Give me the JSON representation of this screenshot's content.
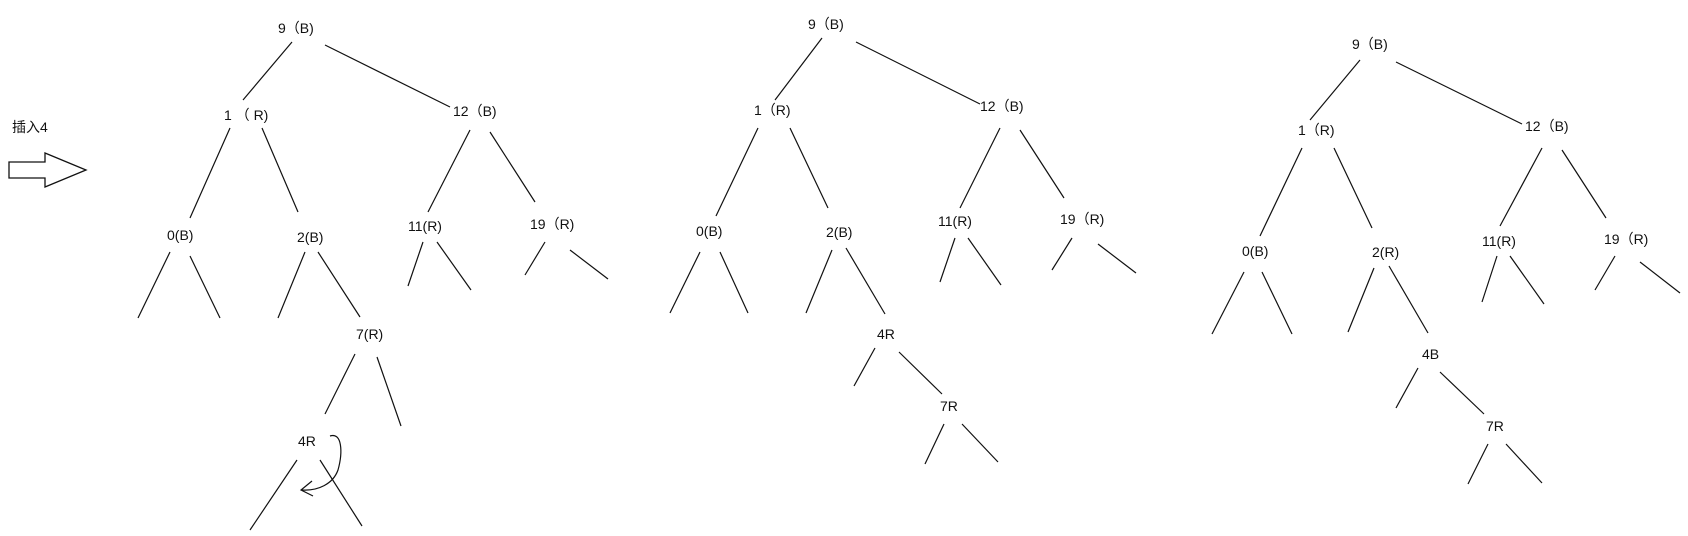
{
  "insert_label": "插入4",
  "trees": [
    {
      "id": "tree1",
      "nodes": [
        "9（B)",
        "1 （ R)",
        "12（B)",
        "0(B)",
        "2(B)",
        "11(R)",
        "19（R)",
        "7(R)",
        "4R"
      ]
    },
    {
      "id": "tree2",
      "nodes": [
        "9（B)",
        "1（R)",
        "12（B)",
        "0(B)",
        "2(B)",
        "11(R)",
        "19（R)",
        "4R",
        "7R"
      ]
    },
    {
      "id": "tree3",
      "nodes": [
        "9（B)",
        "1（R)",
        "12（B)",
        "0(B)",
        "2(R)",
        "11(R)",
        "19（R)",
        "4B",
        "7R"
      ]
    }
  ]
}
